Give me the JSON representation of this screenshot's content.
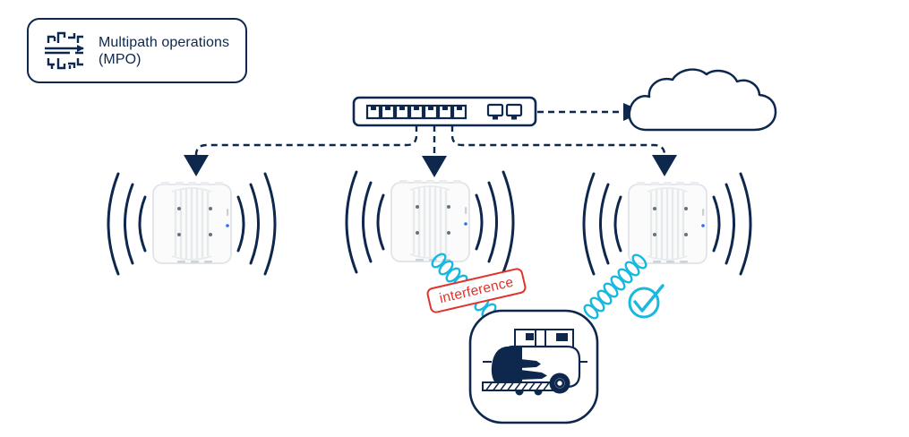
{
  "legend": {
    "line1": "Multipath operations",
    "line2": "(MPO)",
    "icon": "multipath-icon"
  },
  "interference_stamp": {
    "label": "interference"
  },
  "colors": {
    "navy": "#0D274D",
    "cyan": "#18B8DF",
    "red": "#E0332C",
    "device_fill": "#FBFBFC",
    "device_line": "#E4E8EB",
    "background": "#FFFFFF"
  },
  "nodes": {
    "switch": {
      "type": "ethernet-switch",
      "ports": 7,
      "uplink_ports": 2
    },
    "cloud": {
      "type": "cloud"
    },
    "access_points": [
      {
        "id": "ap-1",
        "position": "left"
      },
      {
        "id": "ap-2",
        "position": "middle"
      },
      {
        "id": "ap-3",
        "position": "right"
      }
    ],
    "agv": {
      "type": "automated-guided-vehicle"
    }
  },
  "connections": [
    {
      "from": "switch",
      "to": "ap-1",
      "style": "dashed-arrow"
    },
    {
      "from": "switch",
      "to": "ap-2",
      "style": "dashed-arrow"
    },
    {
      "from": "switch",
      "to": "ap-3",
      "style": "dashed-arrow"
    },
    {
      "from": "switch",
      "to": "cloud",
      "style": "dashed-arrow"
    },
    {
      "from": "ap-2",
      "to": "agv",
      "style": "coil",
      "status": "interference"
    },
    {
      "from": "ap-3",
      "to": "agv",
      "style": "coil",
      "status": "ok",
      "status_icon": "check-circle-icon"
    }
  ]
}
